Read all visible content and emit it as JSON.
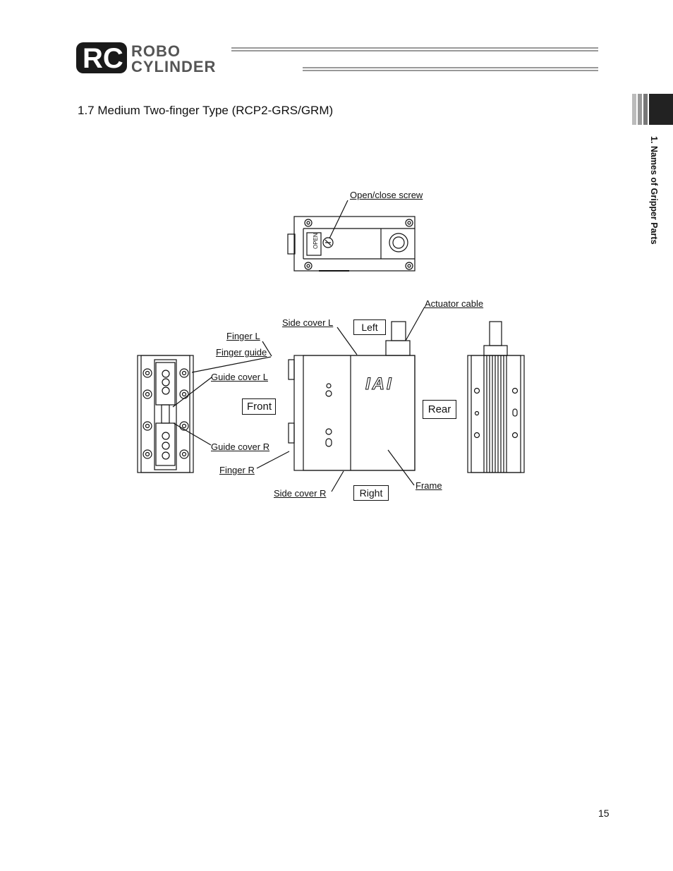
{
  "header": {
    "logo_letters": "RC",
    "logo_line1": "ROBO",
    "logo_line2": "CYLINDER"
  },
  "section": {
    "title": "1.7    Medium Two-finger Type (RCP2-GRS/GRM)"
  },
  "side_tab": {
    "label": "1. Names of Gripper Parts"
  },
  "diagram": {
    "top_view": {
      "callout_open_close_screw": "Open/close screw",
      "open_marking": "OPEN"
    },
    "labels": {
      "actuator_cable": "Actuator cable",
      "side_cover_l": "Side cover L",
      "finger_l": "Finger L",
      "finger_guide": "Finger guide",
      "guide_cover_l": "Guide cover L",
      "guide_cover_r": "Guide cover R",
      "finger_r": "Finger R",
      "side_cover_r": "Side cover R",
      "frame": "Frame"
    },
    "direction_boxes": {
      "left": "Left",
      "front": "Front",
      "rear": "Rear",
      "right": "Right"
    },
    "brand_mark": "IAI"
  },
  "footer": {
    "page_number": "15"
  }
}
